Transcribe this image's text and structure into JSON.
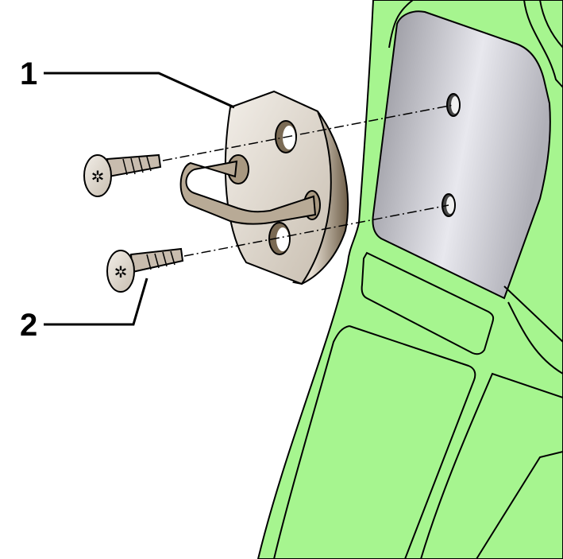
{
  "callouts": [
    {
      "number": "1",
      "part": "door-lock-striker-plate"
    },
    {
      "number": "2",
      "part": "torx-countersunk-screw"
    }
  ],
  "colors": {
    "body_panel": "#a6f58f",
    "mount_area": "#a8a8b0",
    "metal": "#d8d0c4",
    "outline": "#000000"
  }
}
